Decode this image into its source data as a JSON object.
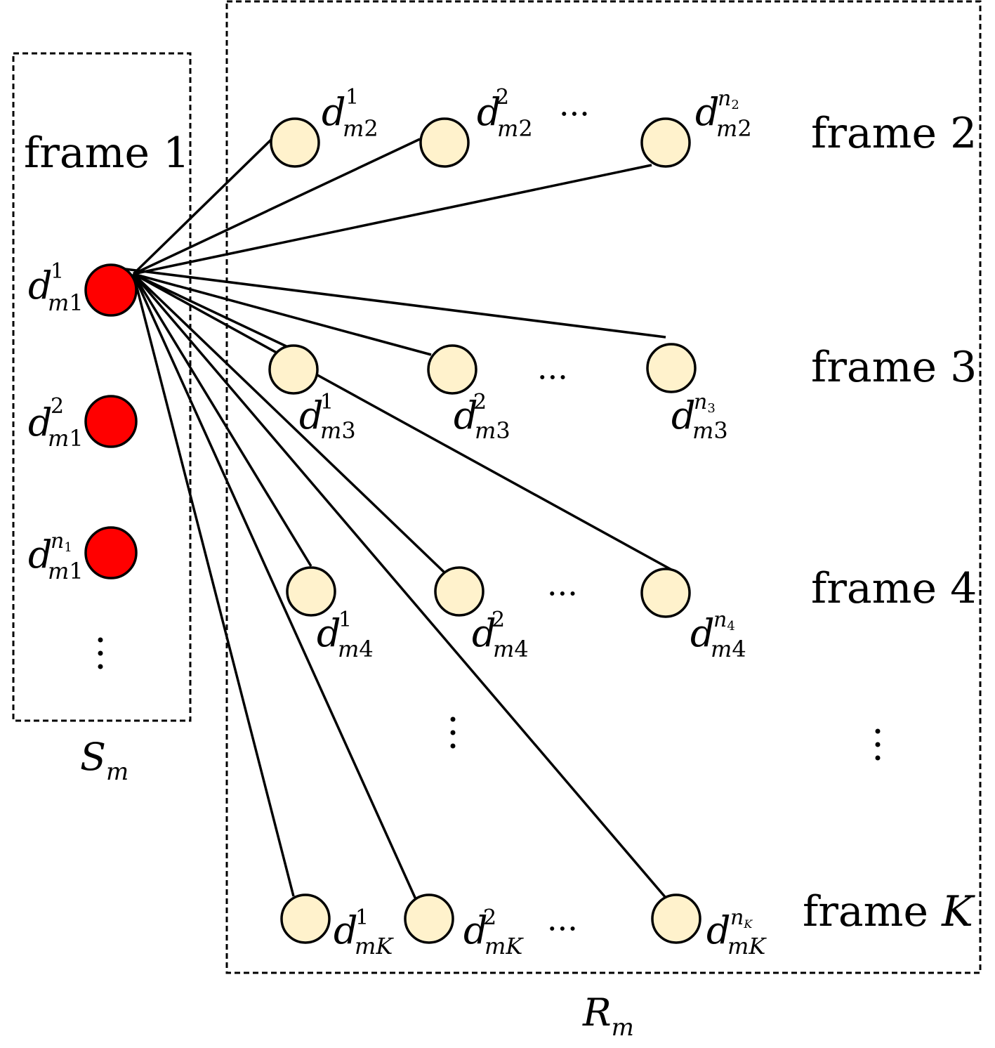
{
  "boxes": {
    "source_label": {
      "main": "S",
      "sub": "m"
    },
    "target_label": {
      "main": "R",
      "sub": "m"
    }
  },
  "frame_labels": {
    "frame1": "frame 1",
    "frame2": "frame 2",
    "frame3": "frame 3",
    "frame4": "frame 4",
    "frameK": {
      "text": "frame ",
      "italic": "K"
    }
  },
  "ellipsis": "···",
  "nodes": {
    "src1": {
      "sup": "1",
      "sub_var": "m",
      "sub_num": "1"
    },
    "src2": {
      "sup": "2",
      "sub_var": "m",
      "sub_num": "1"
    },
    "srcN": {
      "sup_var": "n",
      "sup_sub": "1",
      "sub_var": "m",
      "sub_num": "1"
    },
    "f2_1": {
      "sup": "1",
      "sub_var": "m",
      "sub_num": "2"
    },
    "f2_2": {
      "sup": "2",
      "sub_var": "m",
      "sub_num": "2"
    },
    "f2_n": {
      "sup_var": "n",
      "sup_sub": "2",
      "sub_var": "m",
      "sub_num": "2"
    },
    "f3_1": {
      "sup": "1",
      "sub_var": "m",
      "sub_num": "3"
    },
    "f3_2": {
      "sup": "2",
      "sub_var": "m",
      "sub_num": "3"
    },
    "f3_n": {
      "sup_var": "n",
      "sup_sub": "3",
      "sub_var": "m",
      "sub_num": "3"
    },
    "f4_1": {
      "sup": "1",
      "sub_var": "m",
      "sub_num": "4"
    },
    "f4_2": {
      "sup": "2",
      "sub_var": "m",
      "sub_num": "4"
    },
    "f4_n": {
      "sup_var": "n",
      "sup_sub": "4",
      "sub_var": "m",
      "sub_num": "4"
    },
    "fK_1": {
      "sup": "1",
      "sub_var": "mK"
    },
    "fK_2": {
      "sup": "2",
      "sub_var": "mK"
    },
    "fK_n": {
      "sup_var": "n",
      "sup_sub": "K",
      "sub_var": "mK"
    }
  },
  "colors": {
    "source_node": "#ff0000",
    "target_node": "#fff2cc",
    "stroke": "#000000"
  }
}
